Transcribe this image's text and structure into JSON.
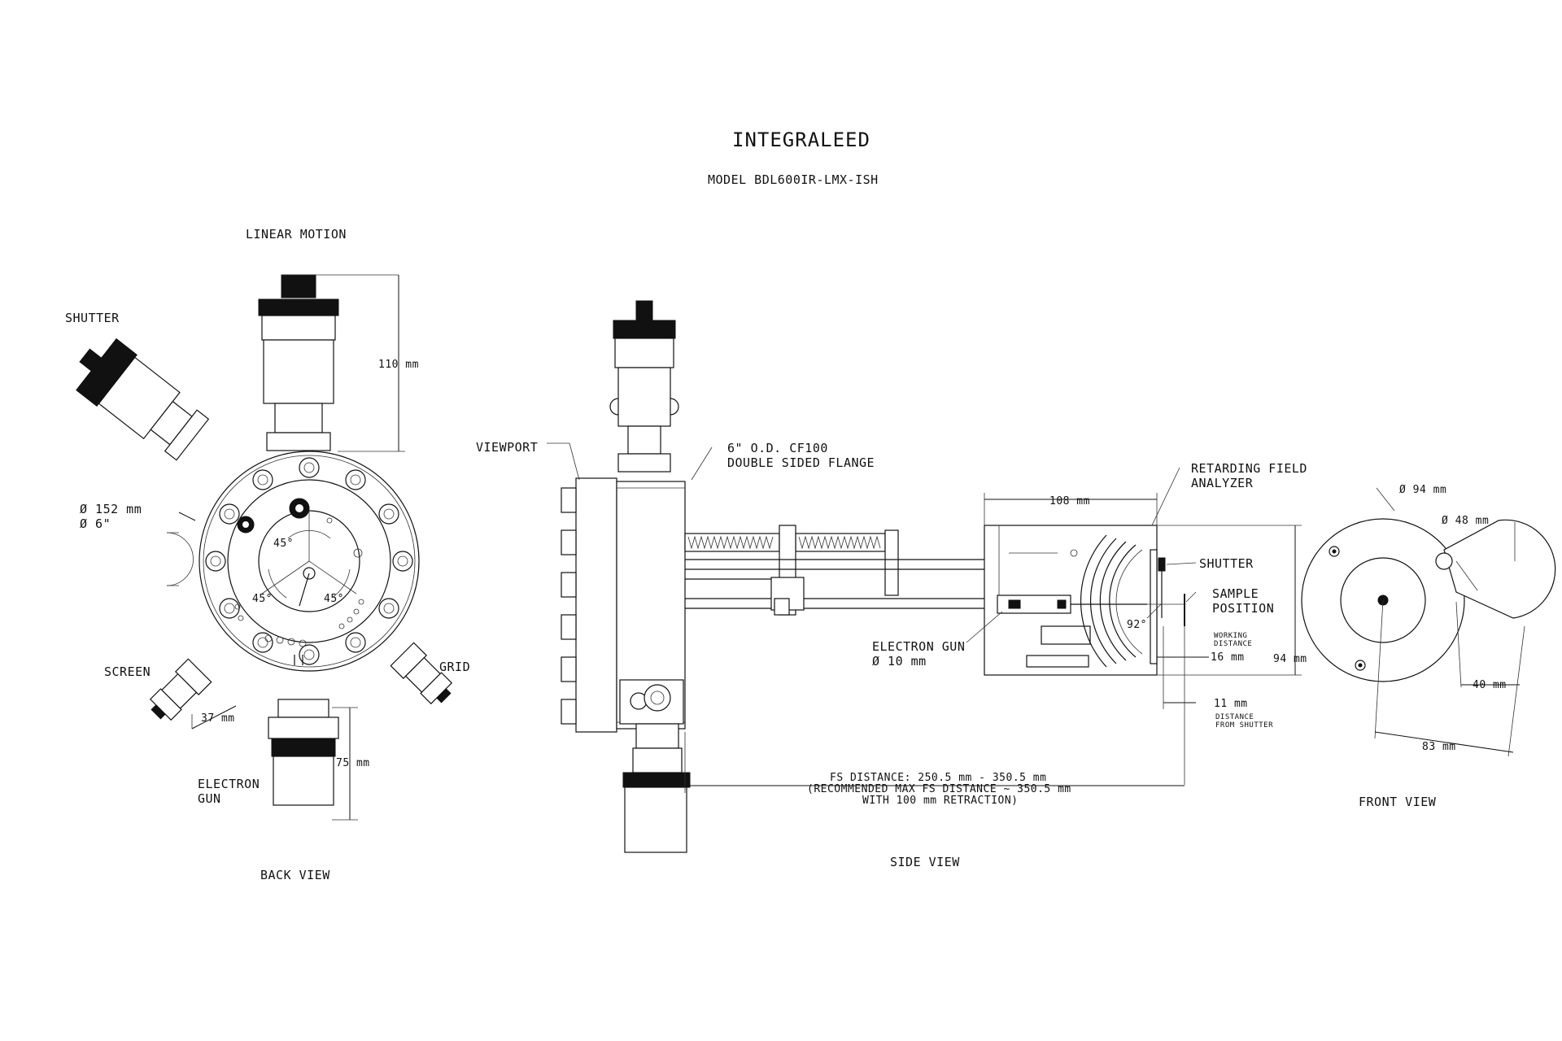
{
  "header": {
    "title": "INTEGRALEED",
    "model": "MODEL BDL600IR-LMX-ISH"
  },
  "back_view": {
    "caption": "BACK VIEW",
    "linear_motion": "LINEAR MOTION",
    "shutter": "SHUTTER",
    "screen": "SCREEN",
    "grid": "GRID",
    "electron_gun_line1": "ELECTRON",
    "electron_gun_line2": "GUN",
    "dia_mm": "Ø 152 mm",
    "dia_in": "Ø 6\"",
    "dim_110": "110 mm",
    "dim_75": "75 mm",
    "dim_37": "37 mm",
    "angle_top": "45°",
    "angle_left": "45°",
    "angle_right": "45°"
  },
  "side_view": {
    "caption": "SIDE VIEW",
    "viewport": "VIEWPORT",
    "flange_line1": "6\" O.D. CF100",
    "flange_line2": "DOUBLE SIDED FLANGE",
    "rfa_line1": "RETARDING FIELD",
    "rfa_line2": "ANALYZER",
    "shutter": "SHUTTER",
    "sample_line1": "SAMPLE",
    "sample_line2": "POSITION",
    "egun_line1": "ELECTRON GUN",
    "egun_line2": "Ø 10 mm",
    "dim_108": "108 mm",
    "dim_94": "94 mm",
    "dim_16": "16 mm",
    "dim_11": "11 mm",
    "working_line1": "WORKING",
    "working_line2": "DISTANCE",
    "dist_line1": "DISTANCE",
    "dist_line2": "FROM SHUTTER",
    "angle_92": "92°",
    "fs_line1": "FS DISTANCE: 250.5 mm - 350.5 mm",
    "fs_line2": "(RECOMMENDED MAX FS DISTANCE ~ 350.5 mm",
    "fs_line3": "WITH 100 mm RETRACTION)"
  },
  "front_view": {
    "caption": "FRONT VIEW",
    "dia_94": "Ø 94 mm",
    "dia_48": "Ø 48 mm",
    "dim_40": "40 mm",
    "dim_83": "83 mm"
  }
}
